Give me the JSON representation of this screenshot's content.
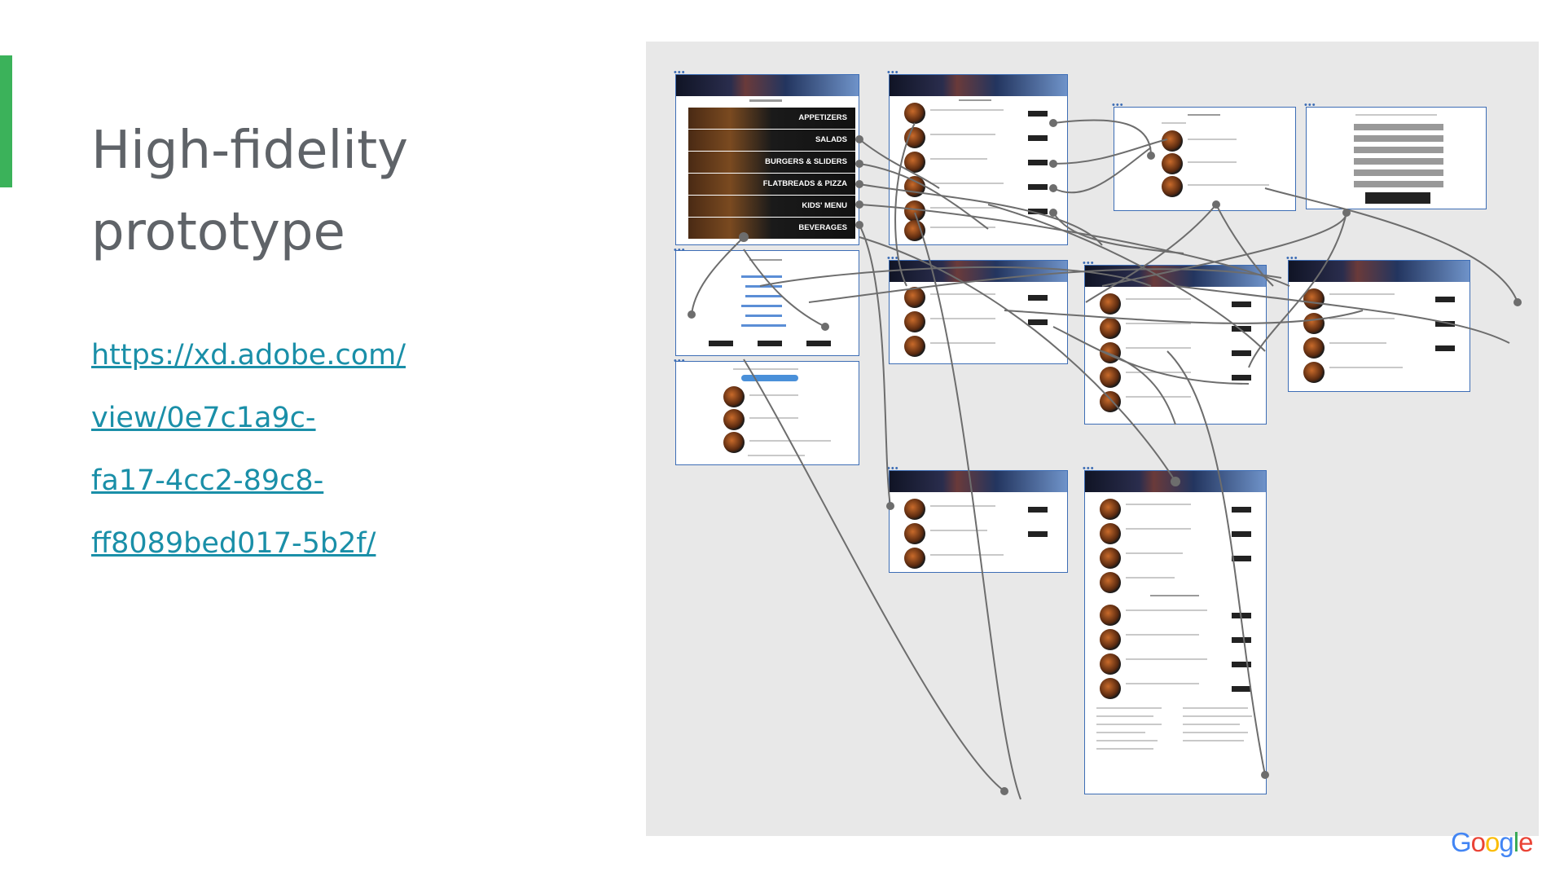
{
  "slide": {
    "title_lines": [
      "High-fidelity",
      "prototype"
    ],
    "link_lines": [
      "https://xd.adobe.com/",
      "view/0e7c1a9c-",
      "fa17-4cc2-89c8-",
      "ff8089bed017-5b2f/"
    ]
  },
  "menu_artboard": {
    "items": [
      "APPETIZERS",
      "SALADS",
      "BURGERS & SLIDERS",
      "FLATBREADS & PIZZA",
      "KIDS' MENU",
      "BEVERAGES"
    ]
  },
  "logo": {
    "letters": [
      "G",
      "o",
      "o",
      "g",
      "l",
      "e"
    ]
  },
  "colors": {
    "accent_bar": "#3bb25a",
    "title": "#5f6368",
    "link": "#1a8fa8",
    "canvas": "#e8e8e8",
    "artboard_border": "#3d6db5",
    "wire": "#6d6d6d",
    "google_blue": "#4285F4",
    "google_red": "#EA4335",
    "google_yellow": "#FBBC05",
    "google_green": "#34A853"
  }
}
